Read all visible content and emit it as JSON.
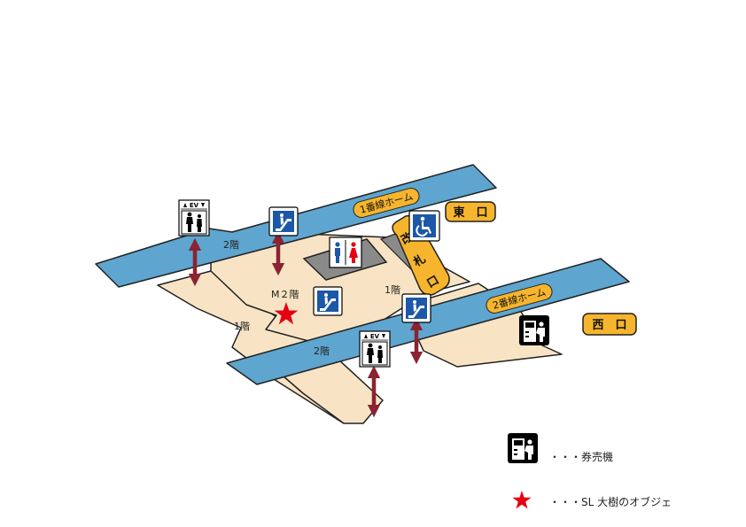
{
  "colors": {
    "floor": "#f8e4c4",
    "track": "#5ea5cf",
    "arrow": "#8b2332",
    "label_bg": "#f6b52c",
    "gate_gray": "#8a8a8a",
    "star": "#e60012"
  },
  "platforms": {
    "p1": "1番線ホーム",
    "p2": "2番線ホーム"
  },
  "floors": {
    "f2_upper": "2階",
    "m2": "M２階",
    "f1_left": "1階",
    "f1_right": "1階",
    "f2_lower": "2階"
  },
  "exits": {
    "east": "東　口",
    "west": "西　口"
  },
  "gate": {
    "chars": [
      "改",
      "札",
      "口"
    ]
  },
  "elevator": {
    "label": "EV"
  },
  "icons": [
    "elevator-icon",
    "escalator-icon",
    "restroom-icon",
    "accessible-icon",
    "ticket-machine-icon",
    "star-icon"
  ],
  "legend": {
    "ticket_machine": "・・・券売機",
    "sl_object": "・・・SL 大樹のオブジェ"
  }
}
